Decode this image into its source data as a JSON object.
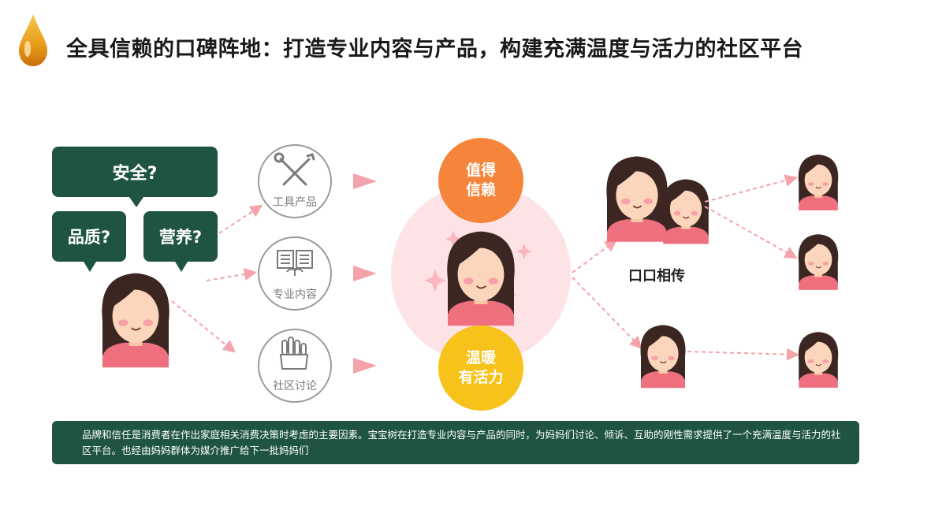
{
  "header": {
    "title": "全具信赖的口碑阵地：打造专业内容与产品，构建充满温度与活力的社区平台"
  },
  "questions": {
    "safety": "安全?",
    "quality": "品质?",
    "nutrition": "营养?"
  },
  "channels": [
    {
      "label": "工具产品",
      "icon": "tools-icon"
    },
    {
      "label": "专业内容",
      "icon": "book-icon"
    },
    {
      "label": "社区讨论",
      "icon": "hands-icon"
    }
  ],
  "center": {
    "top_badge": {
      "line1": "值得",
      "line2": "信赖"
    },
    "bottom_badge": {
      "line1": "温暖",
      "line2": "有活力"
    }
  },
  "word_of_mouth": "口口相传",
  "footer": {
    "text": "品牌和信任是消费者在作出家庭相关消费决策时考虑的主要因素。宝宝树在打造专业内容与产品的同时，为妈妈们讨论、倾诉、互助的刚性需求提供了一个充满温度与活力的社区平台。也经由妈妈群体为媒介推广给下一批妈妈们"
  },
  "colors": {
    "dark_green": "#1f5440",
    "orange": "#f4853a",
    "yellow": "#f7c21a",
    "pink_arrow": "#f4a3aa",
    "halo": "#fde3e6"
  }
}
